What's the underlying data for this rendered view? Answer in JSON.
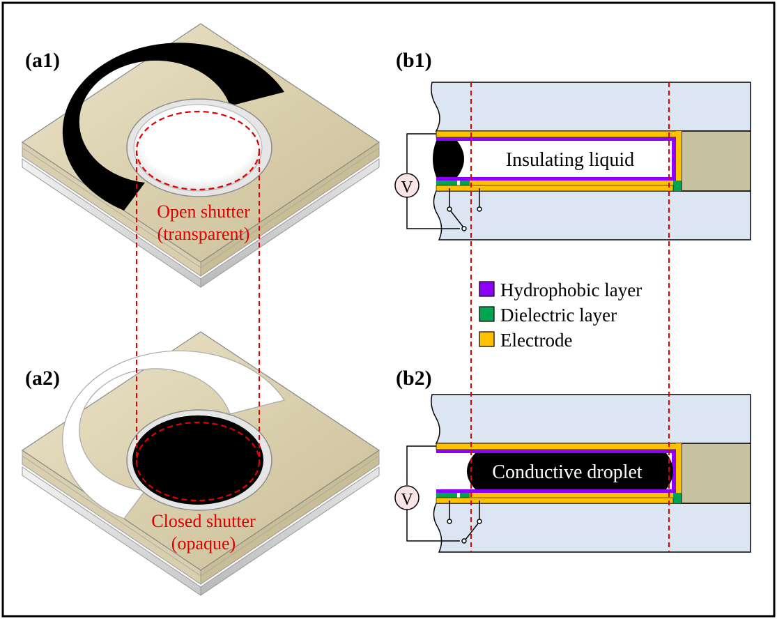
{
  "panels": {
    "a1": "(a1)",
    "a2": "(a2)",
    "b1": "(b1)",
    "b2": "(b2)"
  },
  "shutter_labels": {
    "open_line1": "Open shutter",
    "open_line2": "(transparent)",
    "closed_line1": "Closed shutter",
    "closed_line2": "(opaque)"
  },
  "channel_labels": {
    "b1_liquid": "Insulating liquid",
    "b2_droplet": "Conductive droplet",
    "voltage_symbol": "V"
  },
  "legend": [
    {
      "label": "Hydrophobic layer",
      "color": "#8b00ff"
    },
    {
      "label": "Dielectric layer",
      "color": "#00a550"
    },
    {
      "label": "Electrode",
      "color": "#ffc000"
    }
  ],
  "colors": {
    "glass": "#dce6f2",
    "spacer": "#c9c2a0",
    "device_top": "#d9cfae",
    "guide_line": "#e00000",
    "opaque": "#000000"
  }
}
